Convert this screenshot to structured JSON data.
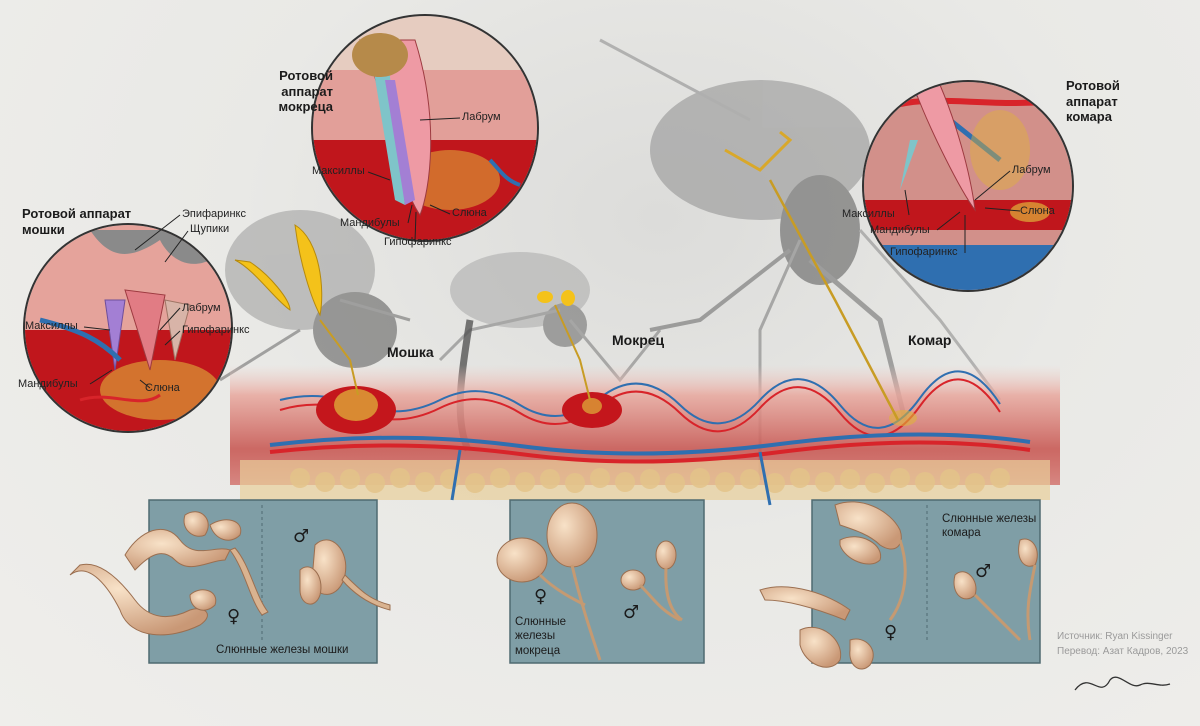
{
  "insects": {
    "blackfly": "Мошка",
    "midge": "Мокрец",
    "mosquito": "Комар"
  },
  "insets": {
    "blackfly": {
      "title_line1": "Ротовой аппарат",
      "title_line2": "мошки",
      "labels": {
        "epipharynx": "Эпифаринкс",
        "palps": "Щупики",
        "labrum": "Лабрум",
        "maxillae": "Максиллы",
        "hypopharynx": "Гипофаринкс",
        "mandibles": "Мандибулы",
        "saliva": "Слюна"
      }
    },
    "midge": {
      "title_line1": "Ротовой",
      "title_line2": "аппарат",
      "title_line3": "мокреца",
      "labels": {
        "labrum": "Лабрум",
        "maxillae": "Максиллы",
        "mandibles": "Мандибулы",
        "saliva": "Слюна",
        "hypopharynx": "Гипофаринкс"
      }
    },
    "mosquito": {
      "title_line1": "Ротовой",
      "title_line2": "аппарат",
      "title_line3": "комара",
      "labels": {
        "labrum": "Лабрум",
        "maxillae": "Максиллы",
        "saliva": "Слюна",
        "mandibles": "Мандибулы",
        "hypopharynx": "Гипофаринкс"
      }
    }
  },
  "panels": {
    "blackfly": {
      "caption": "Слюнные железы мошки",
      "female": "♀",
      "male": "♂"
    },
    "midge": {
      "caption_line1": "Слюнные",
      "caption_line2": "железы",
      "caption_line3": "мокреца",
      "female": "♀",
      "male": "♂"
    },
    "mosquito": {
      "caption_line1": "Слюнные железы",
      "caption_line2": "комара",
      "female": "♀",
      "male": "♂"
    }
  },
  "credits": {
    "source": "Источник: Ryan Kissinger",
    "translation": "Перевод: Азат Кадров, 2023"
  },
  "colors": {
    "blood": "#c4161c",
    "skin": "#d98f86",
    "vein_blue": "#2f6fb0",
    "artery_red": "#d8242a",
    "gland": "#e9c3a2",
    "panel": "#7f9ea6",
    "saliva": "#e0b23a",
    "palps": "#f4c21a",
    "fat": "#e8cf9a"
  }
}
